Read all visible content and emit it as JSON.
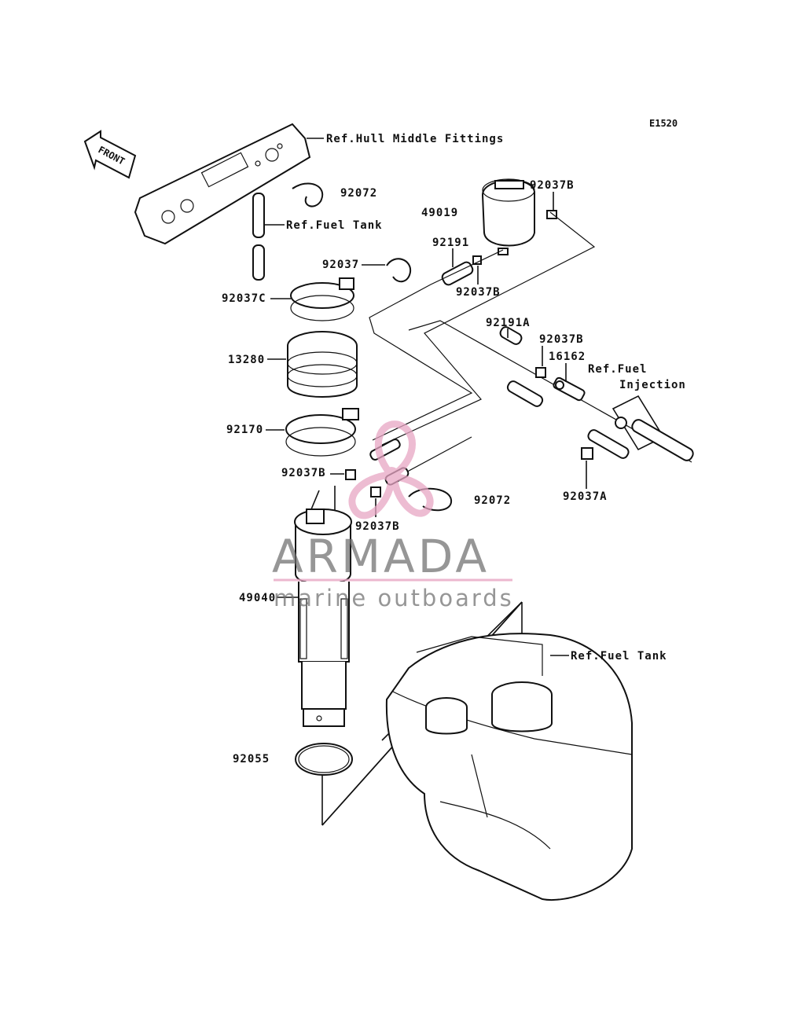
{
  "diagram": {
    "code": "E1520",
    "front_label": "FRONT",
    "callouts": {
      "c92072_top": "92072",
      "c49019": "49019",
      "c92037B_top": "92037B",
      "c92191": "92191",
      "c92037": "92037",
      "c92037B_mid": "92037B",
      "c92037C": "92037C",
      "c92191A": "92191A",
      "c92037B_right": "92037B",
      "c16162": "16162",
      "c13280": "13280",
      "c92170": "92170",
      "c92037B_left": "92037B",
      "c92037B_low": "92037B",
      "c92072_low": "92072",
      "c92037A": "92037A",
      "c49040": "49040",
      "c92055": "92055"
    },
    "refs": {
      "hull": "Ref.Hull Middle Fittings",
      "fuel_tank_top": "Ref.Fuel Tank",
      "fuel_inj_1": "Ref.Fuel",
      "fuel_inj_2": "Injection",
      "fuel_tank_bottom": "Ref.Fuel Tank"
    }
  },
  "watermark": {
    "brand": "ARMADA",
    "tagline": "marine outboards",
    "colors": {
      "propeller": "#e8a6c4",
      "text": "#6e6e6e",
      "rule": "#e8a6c4"
    }
  }
}
